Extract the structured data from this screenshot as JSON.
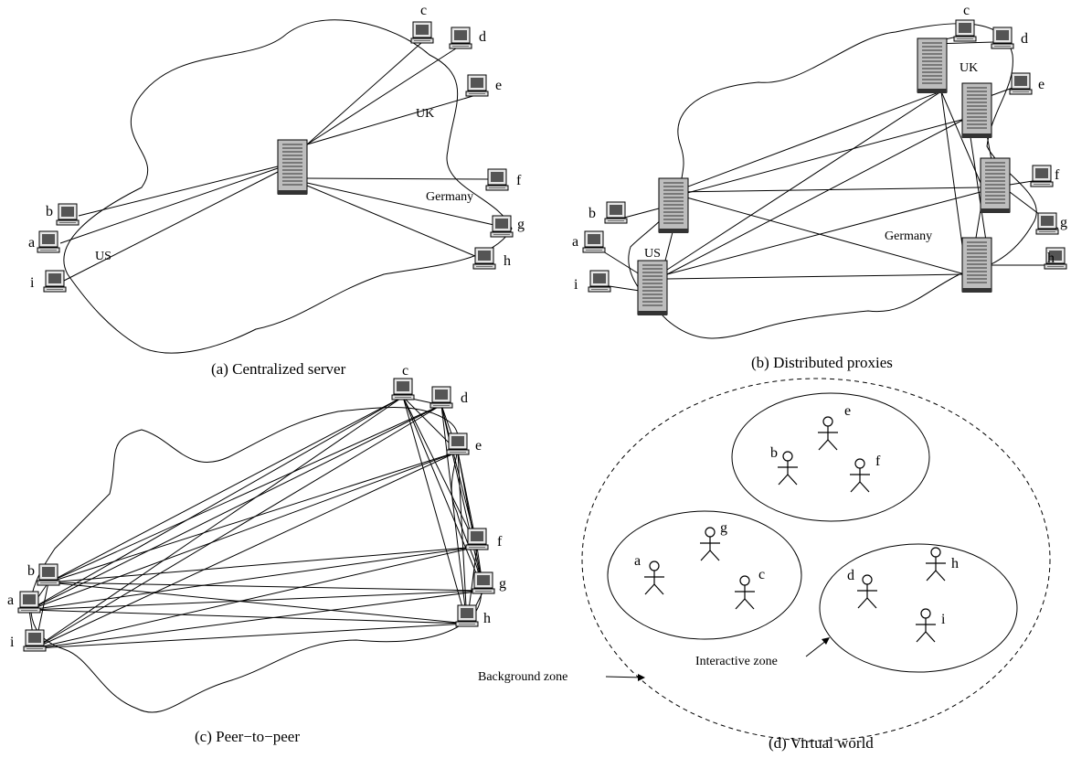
{
  "panels": {
    "a": {
      "caption": "(a) Centralized server",
      "regions": [
        "UK",
        "Germany",
        "US"
      ],
      "clients": [
        "c",
        "d",
        "e",
        "f",
        "g",
        "h",
        "b",
        "a",
        "i"
      ]
    },
    "b": {
      "caption": "(b) Distributed proxies",
      "regions": [
        "UK",
        "Germany",
        "US"
      ],
      "clients": [
        "c",
        "d",
        "e",
        "f",
        "g",
        "h",
        "b",
        "a",
        "i"
      ]
    },
    "c": {
      "caption": "(c) Peer−to−peer",
      "clients": [
        "c",
        "d",
        "e",
        "f",
        "g",
        "h",
        "b",
        "a",
        "i"
      ]
    },
    "d": {
      "caption": "(d) Virtual world",
      "avatars": [
        "e",
        "b",
        "f",
        "g",
        "a",
        "c",
        "d",
        "h",
        "i"
      ],
      "background_zone_label": "Background zone",
      "interactive_zone_label": "Interactive zone"
    }
  },
  "icons": {
    "client": "computer-icon",
    "server": "server-icon",
    "avatar": "stick-figure-icon"
  },
  "colors": {
    "server_fill": "#bdbdbd",
    "server_base": "#333333",
    "screen": "#555555",
    "line": "#000000"
  }
}
